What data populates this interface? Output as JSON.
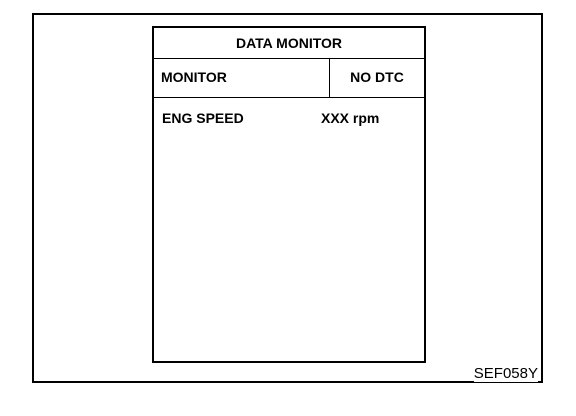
{
  "screen": {
    "title": "DATA MONITOR",
    "header": {
      "mode": "MONITOR",
      "status": "NO DTC"
    },
    "items": [
      {
        "name": "ENG SPEED",
        "value": "XXX rpm"
      }
    ]
  },
  "figure_code": "SEF058Y"
}
